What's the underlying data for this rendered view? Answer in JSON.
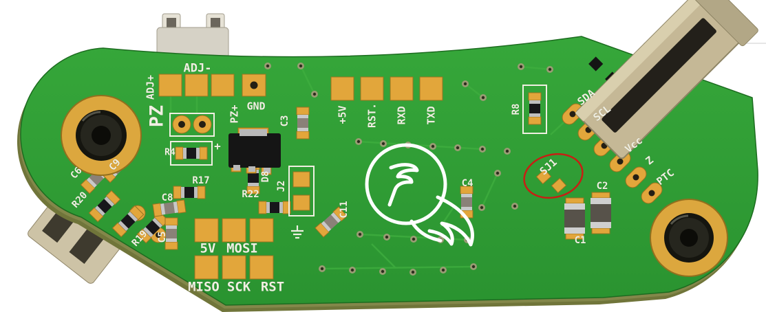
{
  "colors": {
    "background": "#ffffff",
    "board_green": "#2f9e33",
    "board_edge_olive": "#70753a",
    "pad_gold": "#e2a63b",
    "silkscreen_white": "#f0efe2",
    "connector_tan": "#c5b896",
    "annotation_red": "#c81e14",
    "logo_white": "#ffffff",
    "screw_black": "#15150f"
  },
  "silkscreen": {
    "adj_minus": "ADJ-",
    "adj_plus": "ADJ+",
    "pz": "PZ",
    "pz_plus": "PZ+",
    "gnd": "GND",
    "c3": "C3",
    "plus5v": "+5V",
    "rst": "RST.",
    "rxd": "RXD",
    "txd": "TXD",
    "r8": "R8",
    "sda": "SDA",
    "scl": "SCL",
    "vcc": "Vcc",
    "z": "Z",
    "ptc": "PTC",
    "sj1": "SJ1",
    "c4": "C4",
    "c2": "C2",
    "c1": "C1",
    "r22": "R22",
    "j2": "J2",
    "c11": "C11",
    "r17": "R17",
    "c8": "C8",
    "c5": "C5",
    "r19": "R19",
    "r20": "R20",
    "c6": "C6",
    "c9": "C9",
    "r4": "R4",
    "plus": "+",
    "d8": "D8",
    "icsp_5v": "5V",
    "mosi": "MOSI",
    "miso": "MISO",
    "sck": "SCK",
    "rst_icsp": "RST"
  },
  "annotation": {
    "circled_label": "SJ1"
  }
}
